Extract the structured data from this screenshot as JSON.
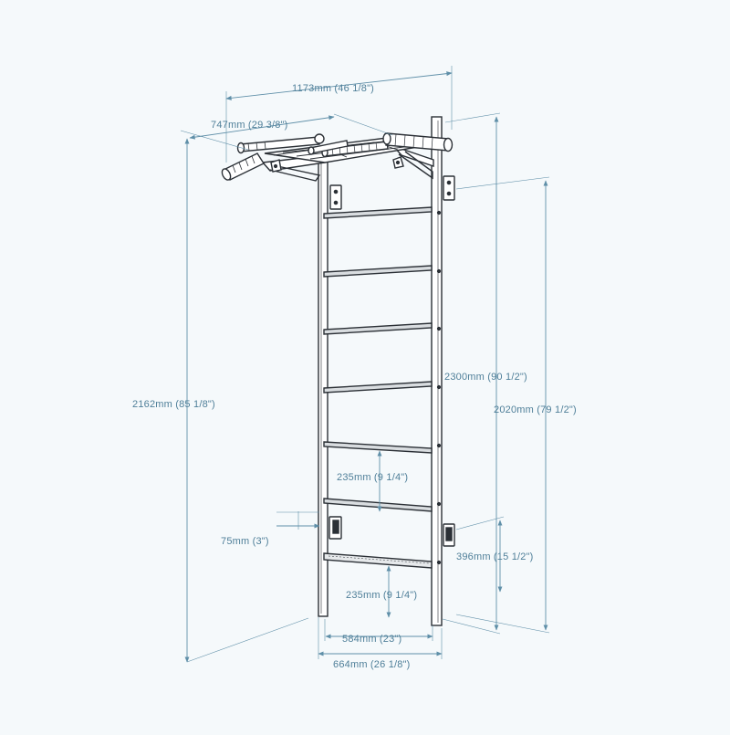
{
  "colors": {
    "background": "#f5f9fb",
    "ink": "#2b3036",
    "dimension": "#5f8fa8",
    "dimension_text": "#4f7f99"
  },
  "product": "wall bars with pull-up bar",
  "dimensions": {
    "total_width": "1173mm (46 1/8\")",
    "bar_depth": "747mm (29 3/8\")",
    "total_height": "2162mm (85 1/8\")",
    "wall_height_top": "2300mm (90 1/2\")",
    "wall_height_bracket": "2020mm (79 1/2\")",
    "rung_spacing_upper": "235mm (9 1/4\")",
    "bracket_offset": "75mm (3\")",
    "bottom_bracket_height": "396mm (15 1/2\")",
    "rung_spacing_lower": "235mm (9 1/4\")",
    "inner_width": "584mm (23\")",
    "outer_width": "664mm (26 1/8\")"
  }
}
